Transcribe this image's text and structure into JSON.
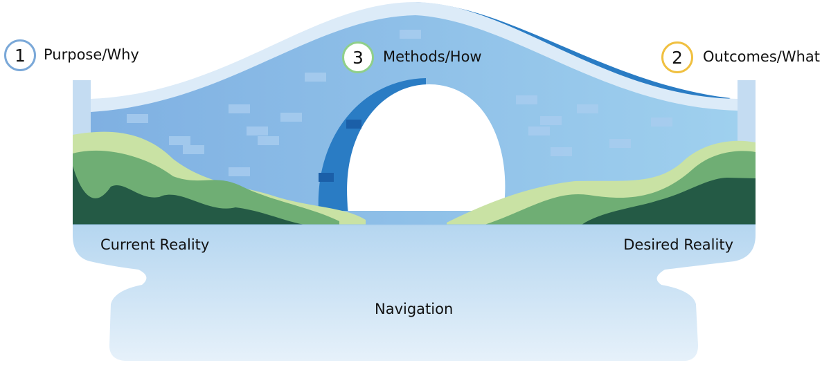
{
  "steps": [
    {
      "number": "1",
      "label": "Purpose/Why",
      "color": "#7aa8d8"
    },
    {
      "number": "2",
      "label": "Outcomes/What",
      "color": "#f0c040"
    },
    {
      "number": "3",
      "label": "Methods/How",
      "color": "#8fcf8a"
    }
  ],
  "regions": {
    "left": "Current Reality",
    "right": "Desired Reality",
    "water": "Navigation"
  },
  "colors": {
    "bridge": "#8dbce8",
    "bridge_dark": "#2a7cc4",
    "band": "#dcebf8",
    "pillar": "#c4dcf2",
    "water": "#c6e0f4",
    "hill_light": "#c9e2a4",
    "hill_mid": "#6fae74",
    "hill_dark": "#245a45"
  }
}
